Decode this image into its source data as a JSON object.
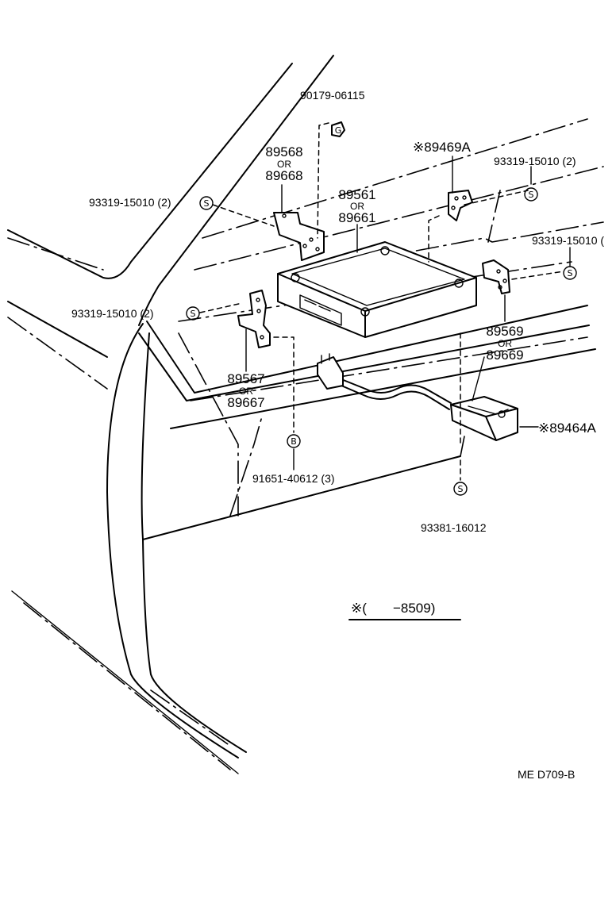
{
  "labels": {
    "p90179": "90179-06115",
    "p89568": "89568",
    "or1": "OR",
    "p89668": "89668",
    "p89469a": "※89469A",
    "p93319_tr": "93319-15010 (2)",
    "p93319_l1": "93319-15010 (2)",
    "p89561": "89561",
    "or2": "OR",
    "p89661": "89661",
    "p93319_r2": "93319-15010 (",
    "p93319_l2": "93319-15010 (2)",
    "p89569": "89569",
    "or3": "OR",
    "p89669": "89669",
    "p89567": "89567",
    "or4": "OR",
    "p89667": "89667",
    "p89464a": "※89464A",
    "p91651": "91651-40612 (3)",
    "p93381": "93381-16012",
    "note": "※(       −8509)",
    "ref": "ME  D709-B"
  },
  "symbols": {
    "screw": "S",
    "bolt": "B",
    "nut": "G"
  },
  "colors": {
    "ink": "#000000",
    "paper": "#ffffff"
  }
}
